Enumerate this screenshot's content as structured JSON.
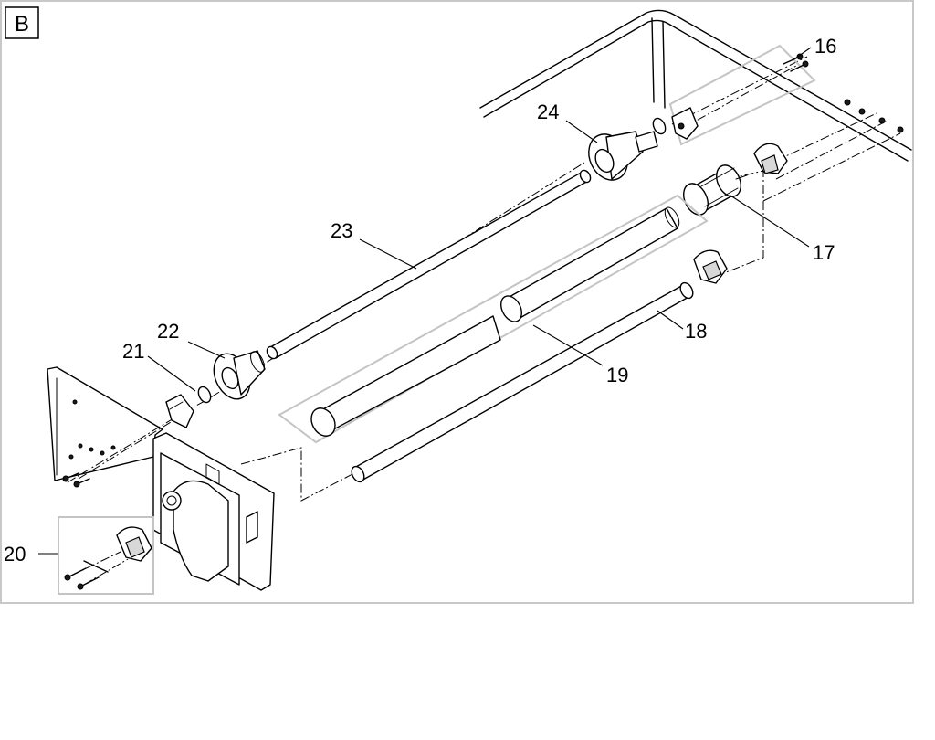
{
  "figure": {
    "tag": "B",
    "callouts": [
      {
        "id": "16",
        "label": "16"
      },
      {
        "id": "17",
        "label": "17"
      },
      {
        "id": "18",
        "label": "18"
      },
      {
        "id": "19",
        "label": "19"
      },
      {
        "id": "20",
        "label": "20"
      },
      {
        "id": "21",
        "label": "21"
      },
      {
        "id": "22",
        "label": "22"
      },
      {
        "id": "23",
        "label": "23"
      },
      {
        "id": "24",
        "label": "24"
      }
    ]
  }
}
